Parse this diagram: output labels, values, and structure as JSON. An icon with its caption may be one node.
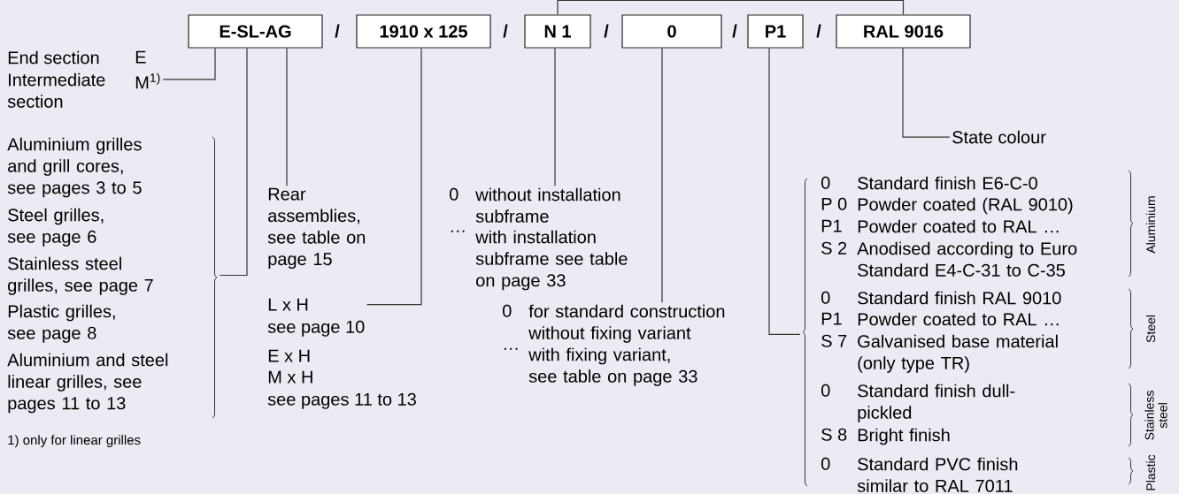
{
  "diagram": {
    "nodes": [
      {
        "text": [
          "E-SL-AG"
        ]
      },
      {
        "text": [
          "1910 x 125"
        ]
      },
      {
        "text": [
          "N 1"
        ]
      },
      {
        "text": [
          "0"
        ]
      },
      {
        "text": [
          "P1"
        ]
      },
      {
        "text": [
          "RAL 9016"
        ]
      },
      {
        "text": [
          "End section",
          "E",
          "Intermediate section",
          "M$^{1)}$"
        ]
      },
      {
        "text": [
          "Aluminium grilles and grill cores, see pages 3 to 5",
          "Steel grilles, see page 6",
          "Stainless steel grilles, see page 7",
          "Plastic grilles, see page 8",
          "Aluminium and steel linear grilles, see pages 11 to 13"
        ]
      },
      {
        "text": [
          "Rear assemblies, see table on page 15"
        ]
      },
      {
        "text": [
          "L x H",
          "see page 10"
        ]
      },
      {
        "text": [
          "0",
          "without installation subframe",
          "…",
          "with installation subframe see table on page 33"
        ]
      },
      {
        "text": [
          "0",
          "for standard construction without fixing variant",
          "…",
          "with fixing variant, see table on page 33"
        ]
      },
      {
        "text": [
          "0",
          "Standard finish E6-C-0",
          "P 0",
          "Powder coated (RAL 9010)",
          "P1",
          "Powder coated to RAL …",
          "S 2",
          "Anodised according to Euro Standard E4-C-31 to C-35",
          "0",
          "Standard finish RAL 9010",
          "P1",
          "Powder coated to RAL …",
          "S 7",
          "Galvanised base material (only type TR)",
          "0",
          "Standard finish dull-pickled",
          "S 8",
          "Bright finish",
          "0",
          "Standard PVC finish similar to RAL 7011"
        ]
      },
      {
        "text": [
          "State colour"
        ]
      }
    ],
    "edges": [
      {
        "from": 0,
        "to": 6,
        "arrow": "none"
      },
      {
        "from": 0,
        "to": 7,
        "arrow": "none"
      },
      {
        "from": 0,
        "to": 8,
        "arrow": "none"
      },
      {
        "from": 1,
        "to": 9,
        "arrow": "none"
      },
      {
        "from": 2,
        "to": 10,
        "arrow": "none"
      },
      {
        "from": 3,
        "to": 11,
        "arrow": "none"
      },
      {
        "from": 4,
        "to": 12,
        "arrow": "none"
      },
      {
        "from": 5,
        "to": 13,
        "arrow": "none"
      },
      {
        "from": 2,
        "to": 5,
        "arrow": "none"
      }
    ],
    "labels": [
      "/",
      "/",
      "/",
      "/",
      "/",
      "E x H",
      "M x H",
      "see pages 11 to 13",
      "1) only for linear grilles",
      "Aluminium",
      "Steel",
      "Stainless steel",
      "Plastic"
    ]
  }
}
